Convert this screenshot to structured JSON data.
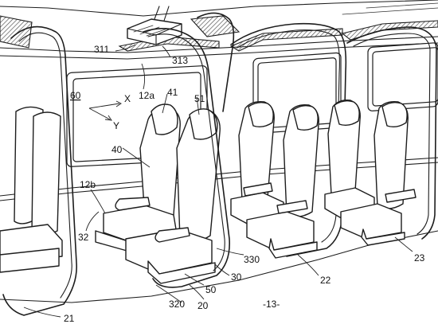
{
  "labels": {
    "l311": "311",
    "l313": "313",
    "l12a": "12a",
    "l41": "41",
    "l51": "51",
    "l60": "60",
    "lX": "X",
    "lY": "Y",
    "l40": "40",
    "l12b": "12b",
    "l32": "32",
    "l330": "330",
    "l30": "30",
    "l50": "50",
    "l22": "22",
    "l23": "23",
    "l320": "320",
    "l20": "20",
    "l13": "-13-",
    "l21": "21"
  }
}
